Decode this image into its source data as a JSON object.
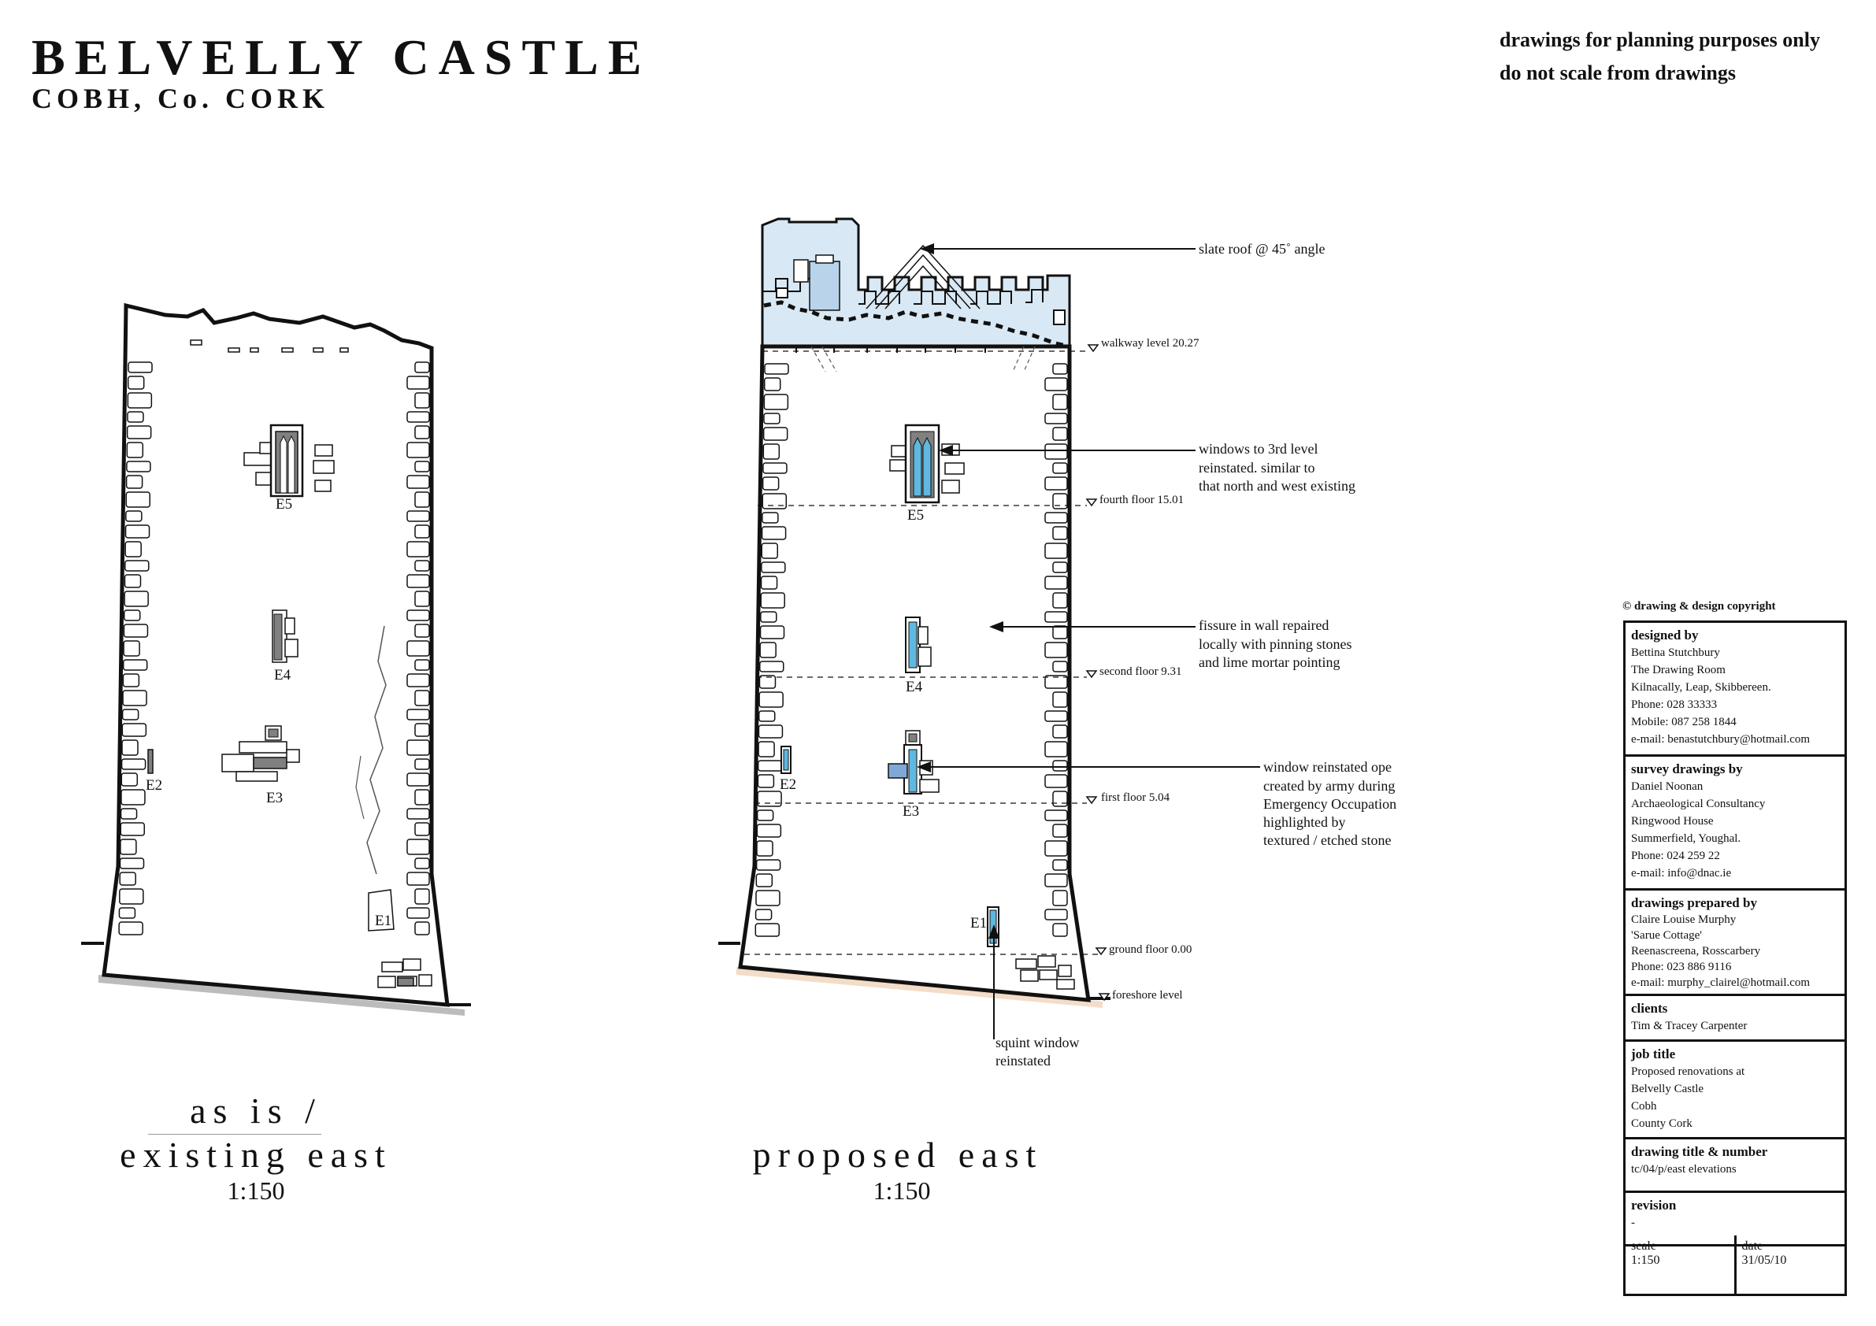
{
  "header": {
    "title": "BELVELLY CASTLE",
    "subtitle": "COBH, Co. CORK",
    "notice_line1": "drawings for planning purposes only",
    "notice_line2": "do not scale from drawings"
  },
  "existing": {
    "caption_line1": "as is /",
    "caption_line2": "existing east",
    "scale": "1:150",
    "tags": {
      "e1": "E1",
      "e2": "E2",
      "e3": "E3",
      "e4": "E4",
      "e5": "E5"
    }
  },
  "proposed": {
    "caption": "proposed east",
    "scale": "1:150",
    "tags": {
      "e1": "E1",
      "e2": "E2",
      "e3": "E3",
      "e4": "E4",
      "e5": "E5"
    },
    "levels": {
      "walkway": "walkway level 20.27",
      "fourth": "fourth floor 15.01",
      "second": "second floor 9.31",
      "first": "first floor 5.04",
      "ground": "ground floor 0.00",
      "foreshore": "foreshore level"
    },
    "annotations": {
      "roof": "slate roof @ 45˚ angle",
      "windows_l1": "windows to 3rd level",
      "windows_l2": "reinstated. similar to",
      "windows_l3": "that north and west existing",
      "fissure_l1": "fissure in wall repaired",
      "fissure_l2": "locally with pinning stones",
      "fissure_l3": "and lime mortar pointing",
      "ope_l1": "window  reinstated ope",
      "ope_l2": "created by army during",
      "ope_l3": "Emergency Occupation",
      "ope_l4": "highlighted by",
      "ope_l5": "textured / etched stone",
      "squint_l1": "squint window",
      "squint_l2": "reinstated"
    }
  },
  "title_block": {
    "copyright": "© drawing & design copyright",
    "designed_by": {
      "heading": "designed by",
      "lines": [
        "Bettina Stutchbury",
        "The Drawing Room",
        "Kilnacally, Leap, Skibbereen.",
        "Phone: 028 33333",
        "Mobile: 087 258 1844",
        "e-mail: benastutchbury@hotmail.com"
      ]
    },
    "survey_by": {
      "heading": "survey drawings by",
      "lines": [
        " Daniel Noonan",
        " Archaeological Consultancy",
        " Ringwood House",
        " Summerfield, Youghal.",
        " Phone: 024 259 22",
        " e-mail: info@dnac.ie"
      ]
    },
    "prepared_by": {
      "heading": "drawings prepared by",
      "lines": [
        "Claire Louise Murphy",
        "'Sarue Cottage'",
        "Reenascreena, Rosscarbery",
        "Phone: 023 886 9116",
        "e-mail: murphy_clairel@hotmail.com"
      ]
    },
    "clients": {
      "heading": "clients",
      "lines": [
        "Tim & Tracey Carpenter"
      ]
    },
    "job_title": {
      "heading": "job title",
      "lines": [
        "Proposed renovations at",
        "Belvelly Castle",
        "Cobh",
        "County Cork"
      ]
    },
    "drawing_title": {
      "heading": "drawing title & number",
      "lines": [
        "tc/04/p/east elevations"
      ]
    },
    "revision": {
      "heading": "revision",
      "lines": [
        "-"
      ]
    },
    "scale": {
      "heading": "scale",
      "value": "1:150"
    },
    "date": {
      "heading": "date",
      "value": "31/05/10"
    }
  },
  "colors": {
    "ink": "#111111",
    "glass": "#5fb8e0",
    "sky": "#d8e8f4",
    "stone": "#808080"
  }
}
